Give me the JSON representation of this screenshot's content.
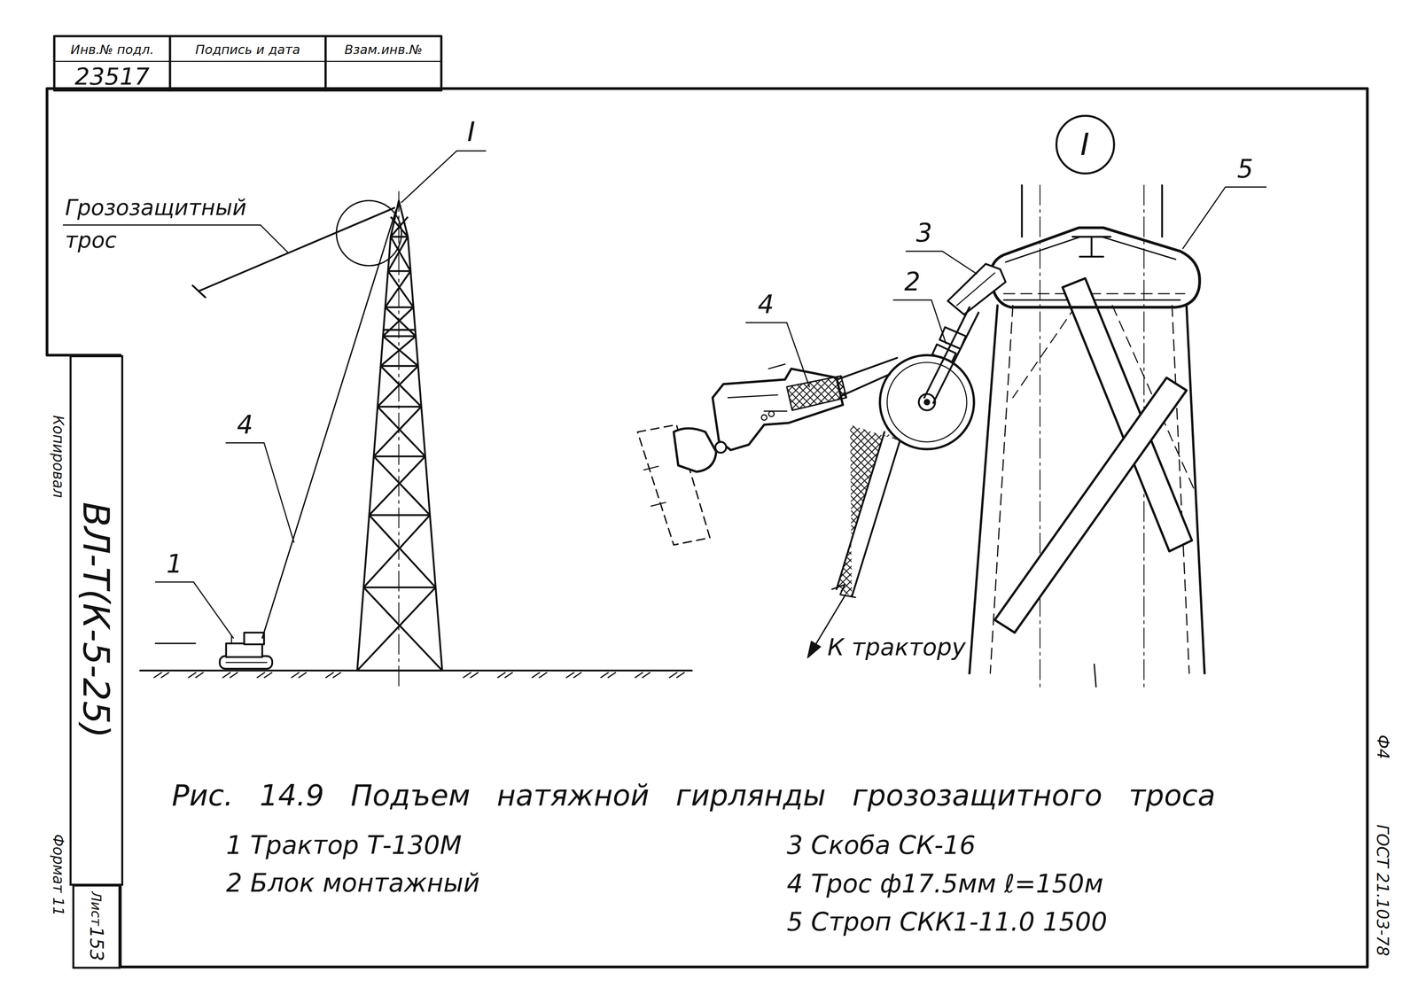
{
  "diagram": {
    "caption": "Рис. 14.9 Подъем натяжной гирлянды грозозащитного троса",
    "nodes": [
      {
        "text": [
          "I"
        ]
      },
      {
        "text": [
          "ВЛ-Т(К-5-25)"
        ]
      },
      {
        "text": [
          "Лист",
          "153"
        ]
      }
    ],
    "edges": [],
    "labels": [
      "Инв.№ подл.",
      "Подпись и дата",
      "Взам.инв.№",
      "23517",
      "I",
      "Грозозащитный трос",
      "4",
      "1",
      "3",
      "2",
      "4",
      "5",
      "К трактору",
      "1 Трактор Т-130М",
      "2 Блок монтажный",
      "3 Скоба СК-16",
      "4 Трос ф17.5мм ℓ=150м",
      "5 Строп СКК1-11.0 1500",
      "Копировал",
      "Формат 11",
      "Ф4",
      "ГОСТ 21.103-78"
    ]
  }
}
